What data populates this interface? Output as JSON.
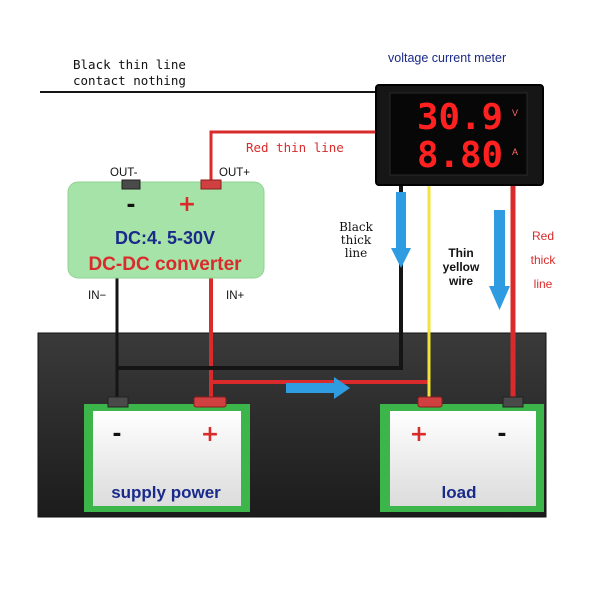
{
  "labels": {
    "black_thin_line_1": "Black thin line",
    "black_thin_line_2": "contact nothing",
    "meter_title": "voltage current meter",
    "red_thin_line": "Red thin line",
    "out_minus": "OUT-",
    "out_plus": "OUT+",
    "in_minus": "IN−",
    "in_plus": "IN+",
    "black_thick_line_1": "Black",
    "black_thick_line_2": "thick",
    "black_thick_line_3": "line",
    "thin_yellow_wire_1": "Thin",
    "thin_yellow_wire_2": "yellow",
    "thin_yellow_wire_3": "wire",
    "red_thick_line_1": "Red",
    "red_thick_line_2": "thick",
    "red_thick_line_3": "line"
  },
  "meter": {
    "voltage_reading": "30.9",
    "voltage_unit": "V",
    "current_reading": "8.80",
    "current_unit": "A"
  },
  "converter": {
    "minus_sign": "-",
    "plus_sign": "+",
    "spec": "DC:4. 5-30V",
    "name": "DC-DC converter"
  },
  "supply": {
    "minus_sign": "-",
    "plus_sign": "+",
    "label": "supply power"
  },
  "load": {
    "plus_sign": "+",
    "minus_sign": "-",
    "label": "load"
  },
  "colors": {
    "red_wire": "#d92b2b",
    "black_wire": "#151515",
    "yellow_wire": "#f0e33a",
    "blue_arrow": "#2f9be0",
    "green_box": "#3cb54a",
    "converter_fill": "#a6e3a8",
    "meter_digits": "#ff2020",
    "dark_panel": "#2a2a2a"
  }
}
